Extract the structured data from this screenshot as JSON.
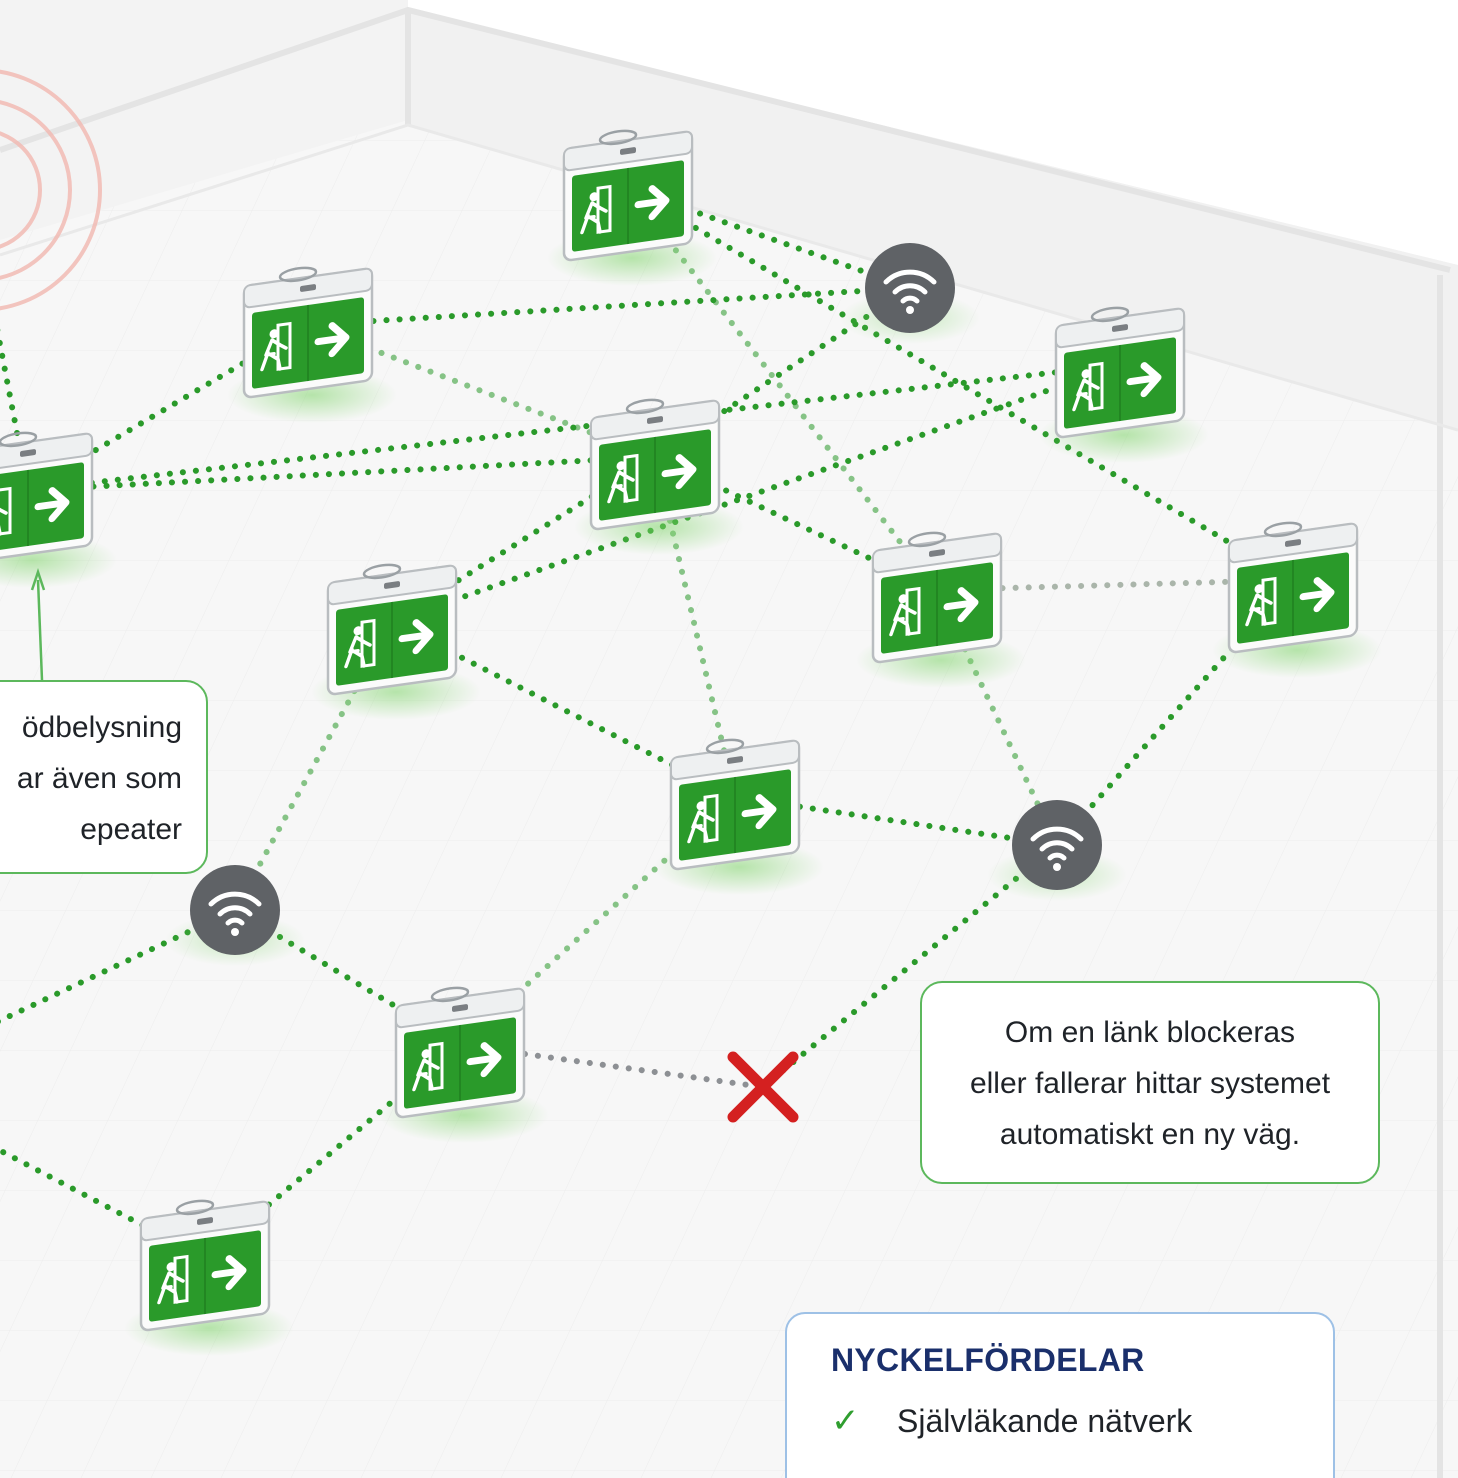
{
  "diagram": {
    "colors": {
      "sign_green": "#2a9a2a",
      "link_green": "#2a9a2a",
      "repeater_gray": "#5f6266",
      "blocked_red": "#d42020",
      "callout_border": "#5cb85c",
      "benefits_border": "#9ec1e6",
      "benefits_title": "#1a2f6b"
    },
    "nodes": [
      {
        "id": "s1",
        "kind": "exit-sign",
        "icon": "running-man-exit-icon"
      },
      {
        "id": "s2",
        "kind": "exit-sign",
        "icon": "running-man-exit-icon"
      },
      {
        "id": "s3",
        "kind": "exit-sign",
        "icon": "running-man-exit-icon"
      },
      {
        "id": "s4",
        "kind": "exit-sign",
        "icon": "running-man-exit-icon"
      },
      {
        "id": "s5",
        "kind": "exit-sign",
        "icon": "running-man-exit-icon"
      },
      {
        "id": "s6",
        "kind": "exit-sign",
        "icon": "running-man-exit-icon"
      },
      {
        "id": "s7",
        "kind": "exit-sign",
        "icon": "running-man-exit-icon"
      },
      {
        "id": "s8",
        "kind": "exit-sign",
        "icon": "running-man-exit-icon"
      },
      {
        "id": "s9",
        "kind": "exit-sign",
        "icon": "running-man-exit-icon"
      },
      {
        "id": "s10",
        "kind": "exit-sign",
        "icon": "running-man-exit-icon"
      },
      {
        "id": "s11",
        "kind": "exit-sign",
        "icon": "running-man-exit-icon"
      },
      {
        "id": "r1",
        "kind": "repeater",
        "icon": "wifi-icon"
      },
      {
        "id": "r2",
        "kind": "repeater",
        "icon": "wifi-icon"
      },
      {
        "id": "r3",
        "kind": "repeater",
        "icon": "wifi-icon"
      },
      {
        "id": "x1",
        "kind": "broken-link",
        "icon": "red-x-icon"
      }
    ],
    "links": [
      {
        "from": "edge-left",
        "to": "s2",
        "state": "active"
      },
      {
        "from": "s2",
        "to": "s1",
        "state": "active"
      },
      {
        "from": "s1",
        "to": "r1",
        "state": "active"
      },
      {
        "from": "r1",
        "to": "s3",
        "state": "active"
      },
      {
        "from": "s1",
        "to": "s4",
        "state": "faded"
      },
      {
        "from": "s2",
        "to": "s4",
        "state": "active"
      },
      {
        "from": "r1",
        "to": "s4",
        "state": "active"
      },
      {
        "from": "s5",
        "to": "s2",
        "state": "active"
      },
      {
        "from": "s5",
        "to": "s6",
        "state": "active"
      },
      {
        "from": "s6",
        "to": "s4",
        "state": "active"
      },
      {
        "from": "s4",
        "to": "s7",
        "state": "active"
      },
      {
        "from": "s4",
        "to": "s8",
        "state": "faded"
      },
      {
        "from": "s3",
        "to": "s7",
        "state": "faded"
      },
      {
        "from": "s3",
        "to": "s9",
        "state": "active"
      },
      {
        "from": "s7",
        "to": "s9",
        "state": "weak"
      },
      {
        "from": "s7",
        "to": "r3",
        "state": "faded"
      },
      {
        "from": "s9",
        "to": "r3",
        "state": "active"
      },
      {
        "from": "s6",
        "to": "s8",
        "state": "active"
      },
      {
        "from": "s8",
        "to": "r3",
        "state": "active"
      },
      {
        "from": "s6",
        "to": "r2",
        "state": "faded"
      },
      {
        "from": "r2",
        "to": "s10",
        "state": "active"
      },
      {
        "from": "s10",
        "to": "s8",
        "state": "faded"
      },
      {
        "from": "r2",
        "to": "edge-left",
        "state": "active"
      },
      {
        "from": "s10",
        "to": "s11",
        "state": "active"
      },
      {
        "from": "edge-left",
        "to": "s11",
        "state": "active"
      },
      {
        "from": "s10",
        "to": "x1",
        "state": "broken"
      },
      {
        "from": "x1",
        "to": "r3",
        "state": "active"
      }
    ]
  },
  "callouts": {
    "repeater_note": [
      "ödbelysning",
      "ar även som",
      "epeater"
    ],
    "reroute_note": [
      "Om en länk blockeras",
      "eller fallerar hittar systemet",
      "automatiskt en ny väg."
    ]
  },
  "benefits": {
    "title": "NYCKELFÖRDELAR",
    "items": [
      "Självläkande nätverk"
    ]
  }
}
